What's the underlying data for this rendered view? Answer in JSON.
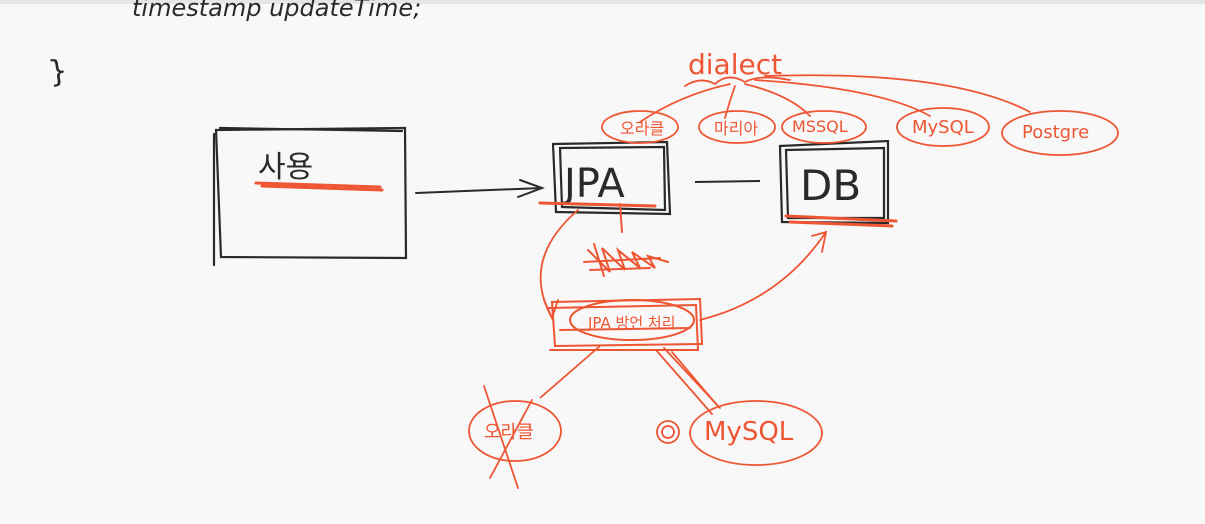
{
  "code": {
    "line": "timestamp updateTime;",
    "brace": "}"
  },
  "client_label": "사용",
  "jpa_label": "JPA",
  "db_label": "DB",
  "dialect_label": "dialect",
  "dialect_options": [
    "오라클",
    "마리아",
    "MSSQL",
    "MySQL",
    "Postgre"
  ],
  "middle_label": "JPA 방언 처리",
  "bottom_left": "오라클",
  "bottom_right": "MySQL",
  "colors": {
    "ink": "#2a2a2a",
    "red": "#ee5533",
    "background": "#f8f8f8"
  }
}
